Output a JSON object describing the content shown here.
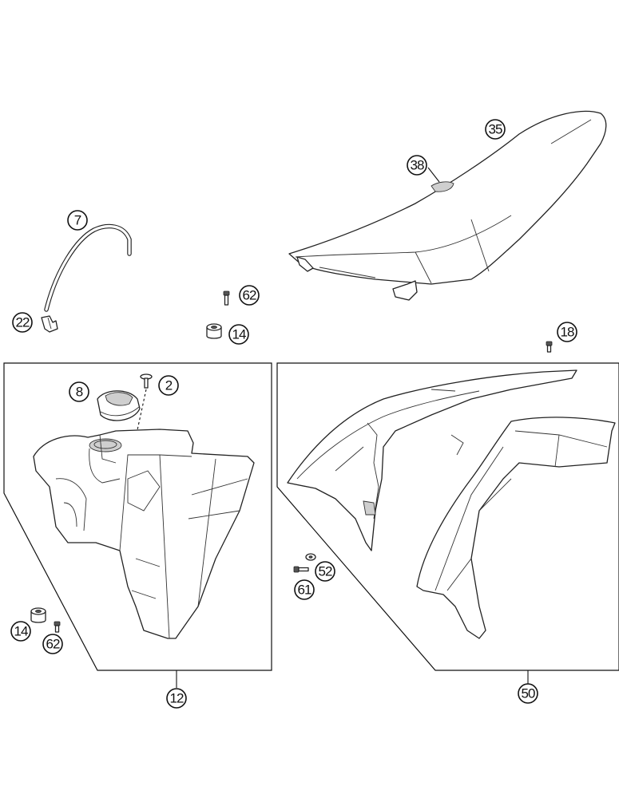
{
  "callouts": {
    "c35": "35",
    "c38": "38",
    "c7": "7",
    "c62a": "62",
    "c22": "22",
    "c14a": "14",
    "c18": "18",
    "c8": "8",
    "c2": "2",
    "c52": "52",
    "c61": "61",
    "c14b": "14",
    "c62b": "62",
    "c12": "12",
    "c50": "50"
  },
  "colors": {
    "line": "#222222",
    "fill": "#ffffff",
    "shade": "#cfcfcf"
  }
}
